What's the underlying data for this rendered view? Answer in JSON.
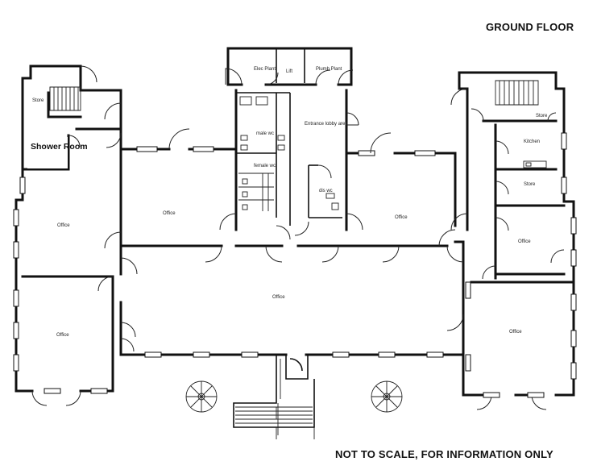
{
  "header": {
    "title": "GROUND FLOOR"
  },
  "footer": {
    "note": "NOT TO SCALE, FOR INFORMATION ONLY"
  },
  "rooms": {
    "elec_plant": "Elec Plant",
    "lift": "Lift",
    "plumb_plant": "Plumb Plant",
    "store_left": "Store",
    "shower_room": "Shower Room",
    "male_wc": "male wc",
    "female_wc": "female wc",
    "entrance_lobby": "Entrance lobby area",
    "dis_wc": "dis wc",
    "store_right": "Store",
    "kitchen": "Kitchen",
    "store_right_lower": "Store",
    "office_left_upper": "Office",
    "office_center_left": "Office",
    "office_center_right": "Office",
    "office_right_small": "Office",
    "office_main": "Office",
    "office_left_lower": "Office",
    "office_right_lower": "Office"
  }
}
